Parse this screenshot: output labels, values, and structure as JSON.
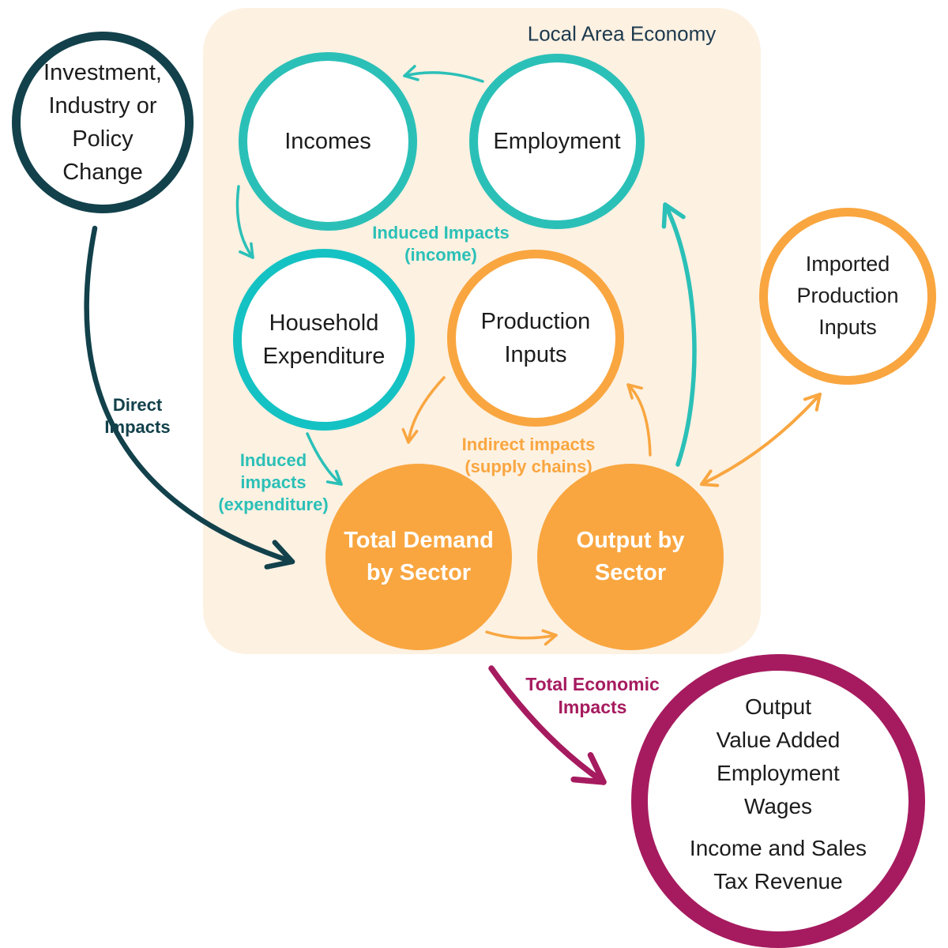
{
  "colors": {
    "teal": "#2bc0b7",
    "cyan": "#15c2c3",
    "dark_teal": "#12414b",
    "orange": "#f9a640",
    "magenta": "#a61b5f",
    "peach": "#fdf1e2",
    "navy": "#1d3a4e",
    "text": "#1c1c1c",
    "white": "#ffffff"
  },
  "region": {
    "title": "Local Area Economy"
  },
  "nodes": {
    "investment": {
      "label": "Investment,\nIndustry or\nPolicy\nChange"
    },
    "incomes": {
      "label": "Incomes"
    },
    "employment": {
      "label": "Employment"
    },
    "household": {
      "label": "Household\nExpenditure"
    },
    "production": {
      "label": "Production\nInputs"
    },
    "total_demand": {
      "label": "Total Demand\nby Sector"
    },
    "output_sector": {
      "label": "Output by\nSector"
    },
    "imported": {
      "label": "Imported\nProduction\nInputs"
    },
    "outcomes": {
      "label_main": "Output\nValue Added\nEmployment\nWages",
      "label_secondary": "Income and Sales\nTax Revenue"
    }
  },
  "labels": {
    "direct": "Direct\nImpacts",
    "induced_income": "Induced Impacts\n(income)",
    "induced_expenditure": "Induced\nimpacts\n(expenditure)",
    "indirect": "Indirect impacts\n(supply chains)",
    "total_economic": "Total Economic\nImpacts"
  }
}
